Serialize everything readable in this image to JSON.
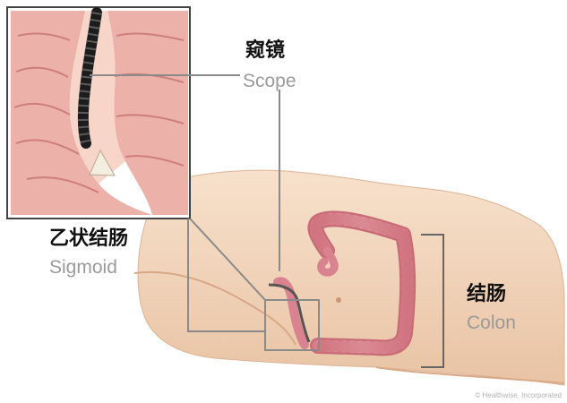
{
  "labels": {
    "scope": {
      "zh": "窥镜",
      "en": "Scope"
    },
    "sigmoid": {
      "zh": "乙状结肠",
      "en": "Sigmoid"
    },
    "colon": {
      "zh": "结肠",
      "en": "Colon"
    }
  },
  "credit": "© Healthwise, Incorporated",
  "colors": {
    "skin": "#f4d9c1",
    "skin_shadow": "#e3b898",
    "colon": "#e89aa0",
    "colon_dark": "#c86c78",
    "scope": "#2a2a2a",
    "leader": "#8a8a8a"
  }
}
